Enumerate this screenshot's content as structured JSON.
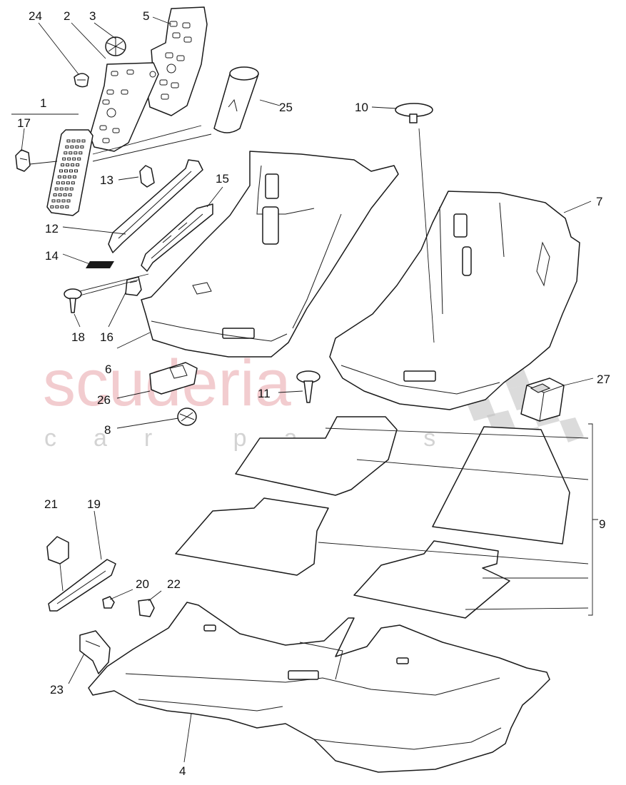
{
  "watermark": {
    "brand": "scuderia",
    "tagline": "car parts",
    "brand_color": "#e8a3a9"
  },
  "callouts": {
    "c1": "1",
    "c2": "2",
    "c3": "3",
    "c4": "4",
    "c5": "5",
    "c6": "6",
    "c7": "7",
    "c8": "8",
    "c9": "9",
    "c10": "10",
    "c11": "11",
    "c12": "12",
    "c13": "13",
    "c14": "14",
    "c15": "15",
    "c16": "16",
    "c17": "17",
    "c18": "18",
    "c19": "19",
    "c20": "20",
    "c21": "21",
    "c22": "22",
    "c23": "23",
    "c24": "24",
    "c25": "25",
    "c26": "26",
    "c27": "27"
  }
}
